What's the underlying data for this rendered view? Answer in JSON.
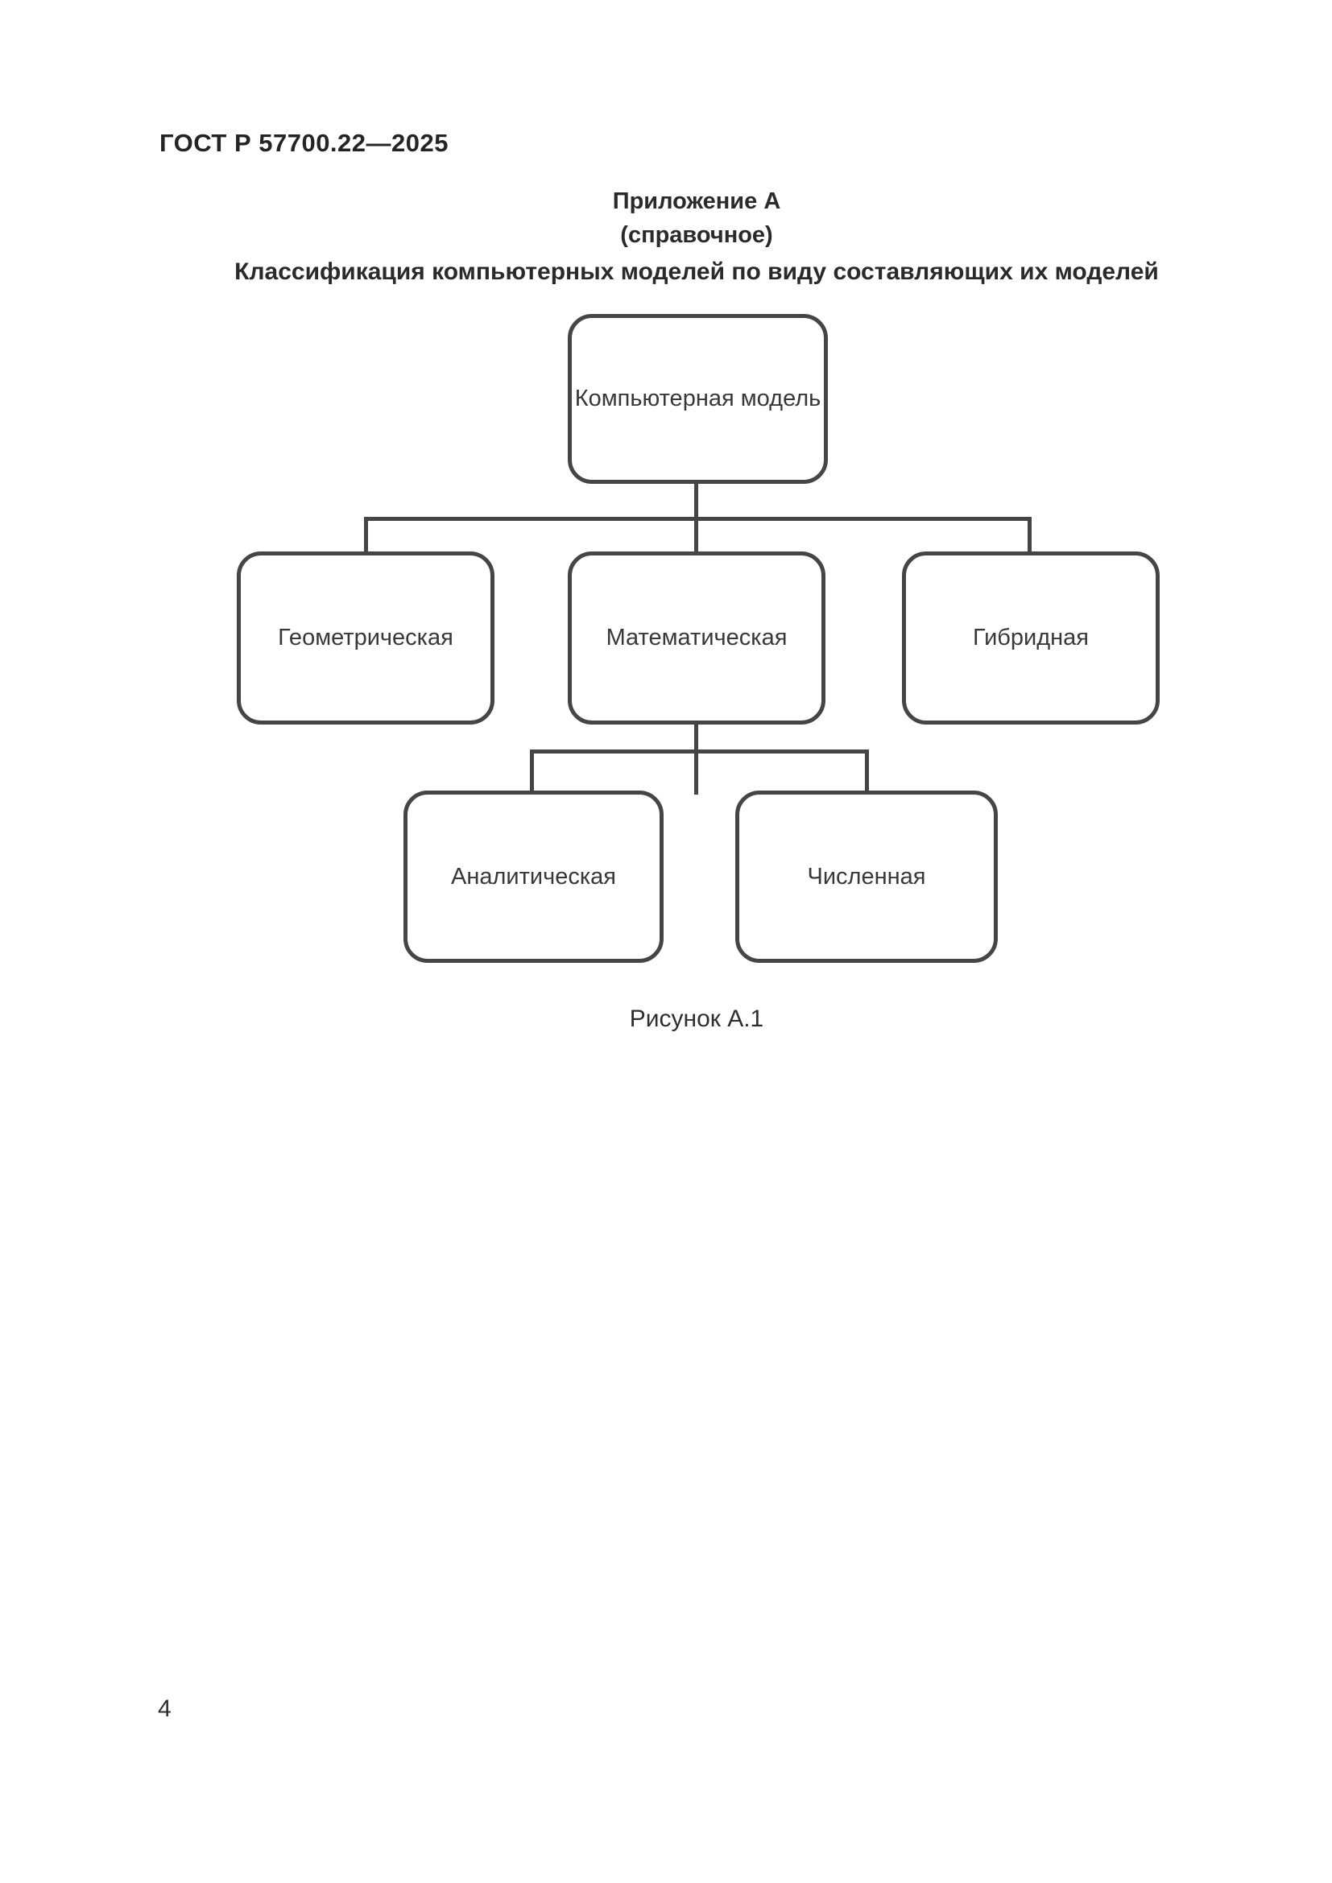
{
  "doc": {
    "header": "ГОСТ Р 57700.22—2025",
    "appendix_heading": "Приложение А",
    "appendix_note": "(справочное)",
    "figure_title": "Классификация компьютерных моделей по виду составляющих их моделей",
    "figure_caption": "Рисунок А.1",
    "page_number": "4"
  },
  "diagram": {
    "type": "tree",
    "nodes": {
      "root": {
        "label": "Компьютерная модель",
        "children": [
          "geometric",
          "mathematical",
          "hybrid"
        ]
      },
      "geometric": {
        "label": "Геометрическая",
        "children": []
      },
      "mathematical": {
        "label": "Математическая",
        "children": [
          "analytical",
          "numerical"
        ]
      },
      "hybrid": {
        "label": "Гибридная",
        "children": []
      },
      "analytical": {
        "label": "Аналитическая",
        "children": []
      },
      "numerical": {
        "label": "Численная",
        "children": []
      }
    }
  },
  "colors": {
    "background": "#ffffff",
    "line": "#454545",
    "box_border": "#454545",
    "box_text": "#383838",
    "heading_text": "#242424"
  }
}
